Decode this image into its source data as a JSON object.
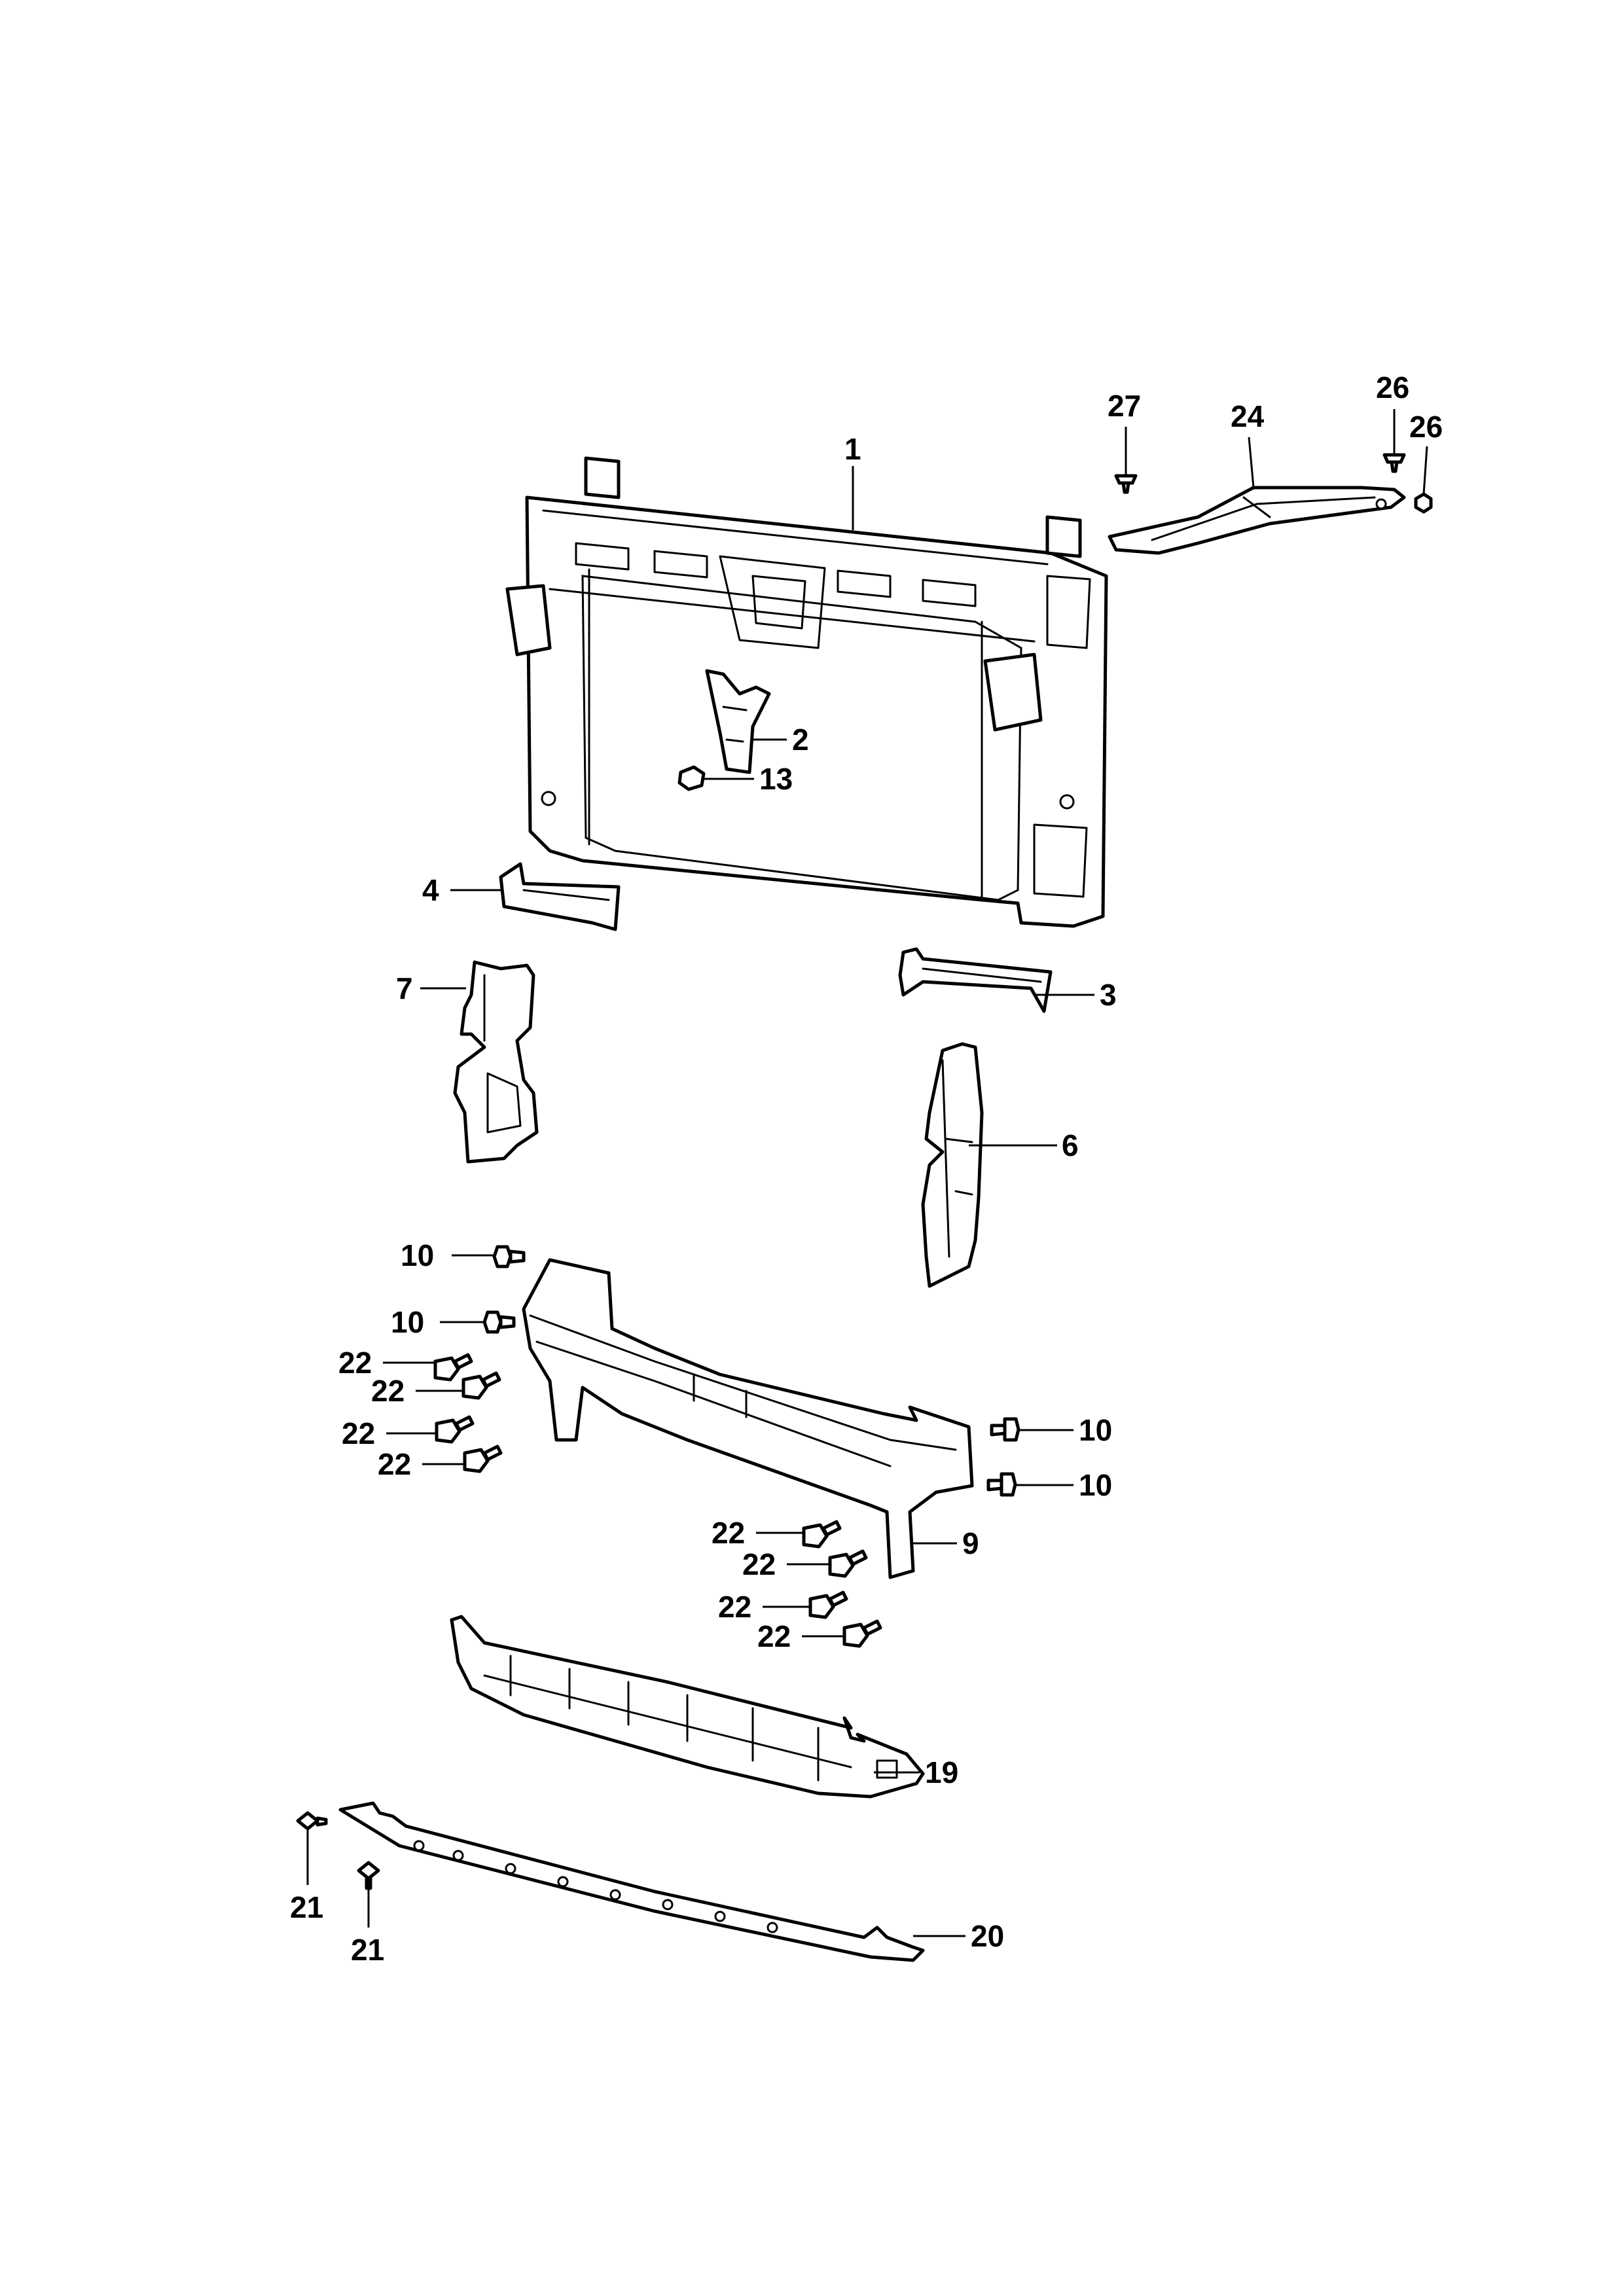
{
  "callouts": {
    "c1": "1",
    "c2": "2",
    "c3": "3",
    "c4": "4",
    "c6": "6",
    "c7": "7",
    "c9": "9",
    "c10a": "10",
    "c10b": "10",
    "c10c": "10",
    "c10d": "10",
    "c13": "13",
    "c19": "19",
    "c20": "20",
    "c21a": "21",
    "c21b": "21",
    "c22a": "22",
    "c22b": "22",
    "c22c": "22",
    "c22d": "22",
    "c22e": "22",
    "c22f": "22",
    "c22g": "22",
    "c22h": "22",
    "c24": "24",
    "c26a": "26",
    "c26b": "26",
    "c27": "27"
  }
}
